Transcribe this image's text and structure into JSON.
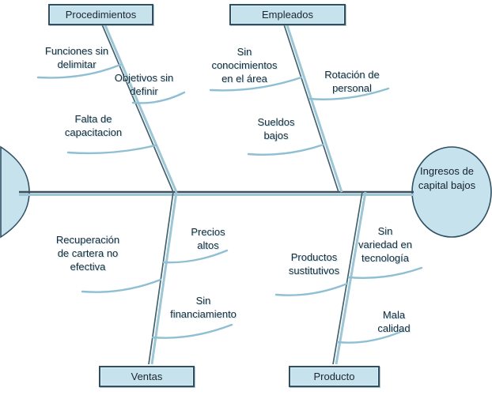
{
  "diagram": {
    "type": "fishbone-ishikawa",
    "effect": {
      "text": "Ingresos de\ncapital bajos"
    },
    "categories": [
      {
        "label": "Procedimientos",
        "causes": [
          "Funciones sin\ndelimitar",
          "Objetivos sin\ndefinir",
          "Falta de\ncapacitacion"
        ]
      },
      {
        "label": "Empleados",
        "causes": [
          "Sin\nconocimientos\nen el área",
          "Rotación de\npersonal",
          "Sueldos\nbajos"
        ]
      },
      {
        "label": "Ventas",
        "causes": [
          "Recuperación\nde cartera no\nefectiva",
          "Precios\naltos",
          "Sin\nfinanciamiento"
        ]
      },
      {
        "label": "Producto",
        "causes": [
          "Productos\nsustitutivos",
          "Sin\nvariedad en\ntecnología",
          "Mala\ncalidad"
        ]
      }
    ],
    "colors": {
      "shape_fill": "#c6e2ec",
      "shape_border": "#2f4f63",
      "spine_line": "#3f4f59",
      "branch_line": "#44636f",
      "connector_accent": "#8fbfd2",
      "text": "#1f2c36",
      "background": "#ffffff"
    }
  }
}
